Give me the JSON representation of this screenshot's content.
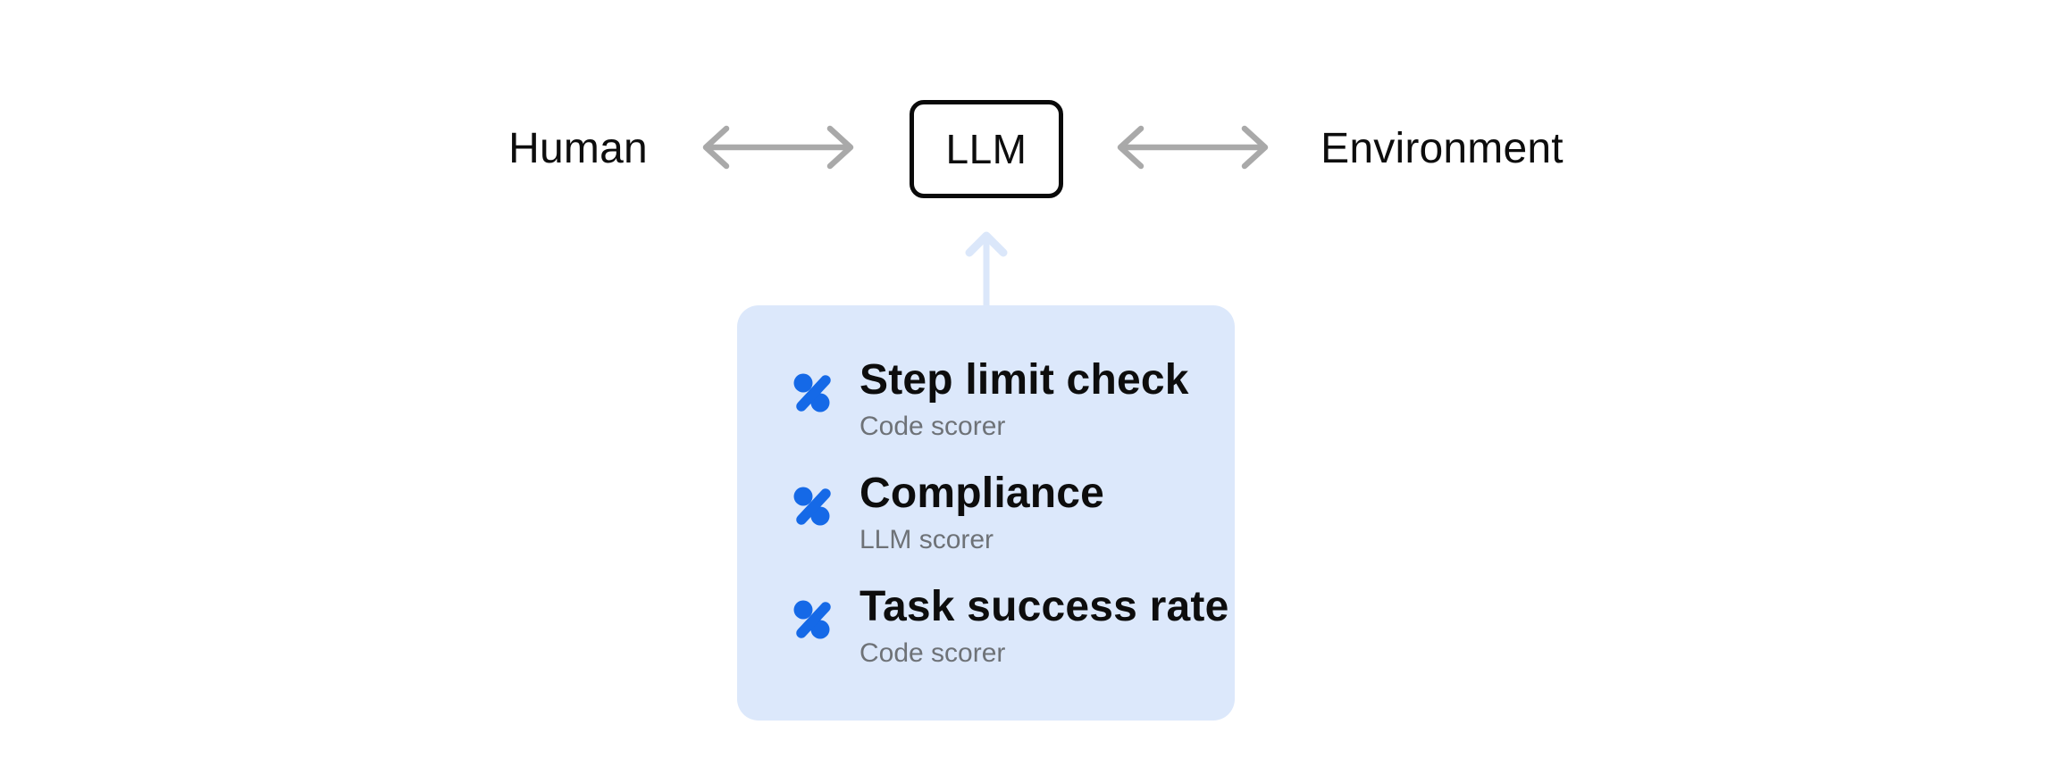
{
  "diagram": {
    "nodes": {
      "human": "Human",
      "llm": "LLM",
      "environment": "Environment"
    },
    "panel": {
      "items": [
        {
          "icon": "percent-scorer-icon",
          "title": "Step limit check",
          "subtitle": "Code scorer"
        },
        {
          "icon": "percent-scorer-icon",
          "title": "Compliance",
          "subtitle": "LLM scorer"
        },
        {
          "icon": "percent-scorer-icon",
          "title": "Task success rate",
          "subtitle": "Code scorer"
        }
      ]
    },
    "colors": {
      "accent_blue": "#1569e7",
      "panel_blue": "#dce8fb",
      "arrow_gray": "#a9a9a9",
      "subtitle_gray": "#6e7277",
      "box_border": "#0a0a0a"
    }
  }
}
